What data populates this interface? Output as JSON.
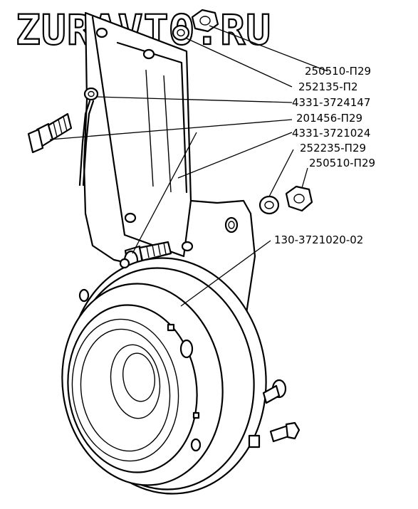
{
  "watermark": "ZURAVTO.RU",
  "callouts": [
    {
      "id": "c1",
      "text": "250510-П29"
    },
    {
      "id": "c2",
      "text": "252135-П2"
    },
    {
      "id": "c3",
      "text": "4331-3724147"
    },
    {
      "id": "c4",
      "text": "201456-П29"
    },
    {
      "id": "c5",
      "text": "4331-3721024"
    },
    {
      "id": "c6",
      "text": "252235-П29"
    },
    {
      "id": "c7",
      "text": "250510-П29"
    },
    {
      "id": "c8",
      "text": "130-3721020-02"
    }
  ]
}
